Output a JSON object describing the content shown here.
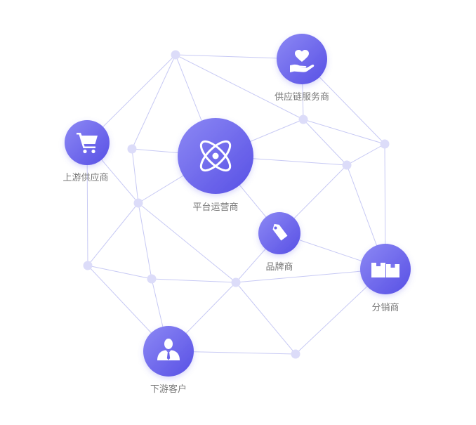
{
  "nodes": [
    {
      "id": "platform",
      "label": "平台运营商",
      "icon": "atom-icon"
    },
    {
      "id": "supply-chain",
      "label": "供应链服务商",
      "icon": "heart-hand-icon"
    },
    {
      "id": "upstream",
      "label": "上游供应商",
      "icon": "shopping-cart-icon"
    },
    {
      "id": "brand",
      "label": "品牌商",
      "icon": "price-tag-icon"
    },
    {
      "id": "distributor",
      "label": "分销商",
      "icon": "boxes-icon"
    },
    {
      "id": "downstream",
      "label": "下游客户",
      "icon": "customer-icon"
    }
  ],
  "colors": {
    "node_gradient_start": "#8b87f3",
    "node_gradient_end": "#5a52e6",
    "edge": "#c7c9f4",
    "dot": "#dcdcf9",
    "label": "#777777"
  }
}
